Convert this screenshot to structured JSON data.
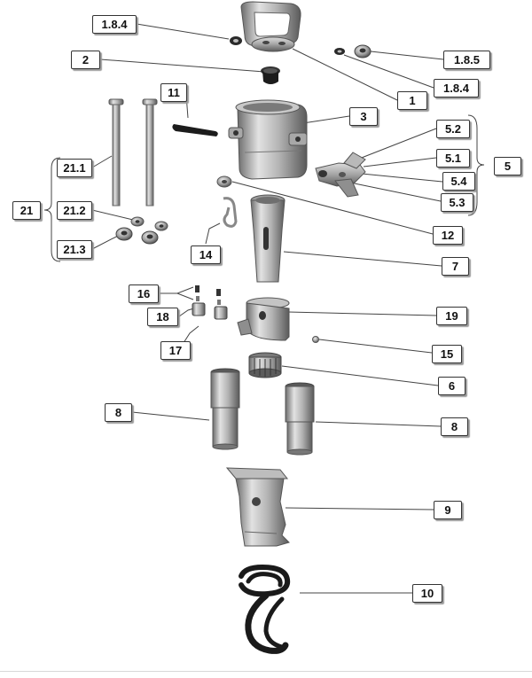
{
  "labels": {
    "l_1_8_4_top": "1.8.4",
    "l_2": "2",
    "l_1": "1",
    "l_1_8_5": "1.8.5",
    "l_1_8_4_right": "1.8.4",
    "l_11": "11",
    "l_3": "3",
    "l_5_2": "5.2",
    "l_5_1": "5.1",
    "l_5": "5",
    "l_5_4": "5.4",
    "l_5_3": "5.3",
    "l_21_1": "21.1",
    "l_21": "21",
    "l_21_2": "21.2",
    "l_21_3": "21.3",
    "l_12": "12",
    "l_14": "14",
    "l_7": "7",
    "l_16": "16",
    "l_18": "18",
    "l_17": "17",
    "l_19": "19",
    "l_15": "15",
    "l_6": "6",
    "l_8_left": "8",
    "l_8_right": "8",
    "l_9": "9",
    "l_10": "10"
  },
  "colors": {
    "metal_light": "#d6d6d6",
    "metal_mid": "#a9a9a9",
    "metal_dark": "#5e5e5e",
    "rubber": "#1c1c1c",
    "leader": "#444444"
  }
}
